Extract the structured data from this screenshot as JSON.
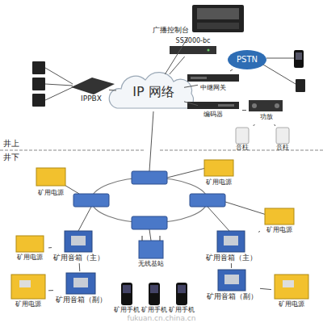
{
  "diagram": {
    "nodes": [
      {
        "text": [
          "广播控制台"
        ]
      },
      {
        "text": [
          "SS3000-bc"
        ]
      },
      {
        "text": [
          "PSTN"
        ]
      },
      {
        "text": [
          "IPPBX"
        ]
      },
      {
        "text": [
          "IP 网络"
        ]
      },
      {
        "text": [
          "中继网关"
        ]
      },
      {
        "text": [
          "编码器"
        ]
      },
      {
        "text": [
          "功放"
        ]
      },
      {
        "text": [
          "音柱"
        ]
      },
      {
        "text": [
          "音柱"
        ]
      },
      {
        "text": [
          "矿用电源"
        ]
      },
      {
        "text": [
          "矿用电源"
        ]
      },
      {
        "text": [
          "矿用电源"
        ]
      },
      {
        "text": [
          "矿用电源"
        ]
      },
      {
        "text": [
          "矿用音箱（主）"
        ]
      },
      {
        "text": [
          "矿用音箱（主）"
        ]
      },
      {
        "text": [
          "无线基站"
        ]
      },
      {
        "text": [
          "矿用电源"
        ]
      },
      {
        "text": [
          "矿用音箱（副）"
        ]
      },
      {
        "text": [
          "矿用音箱（副）"
        ]
      },
      {
        "text": [
          "矿用电源"
        ]
      },
      {
        "text": [
          "矿用手机"
        ]
      },
      {
        "text": [
          "矿用手机"
        ]
      },
      {
        "text": [
          "矿用手机"
        ]
      }
    ],
    "edges": [
      {
        "from": 4,
        "to": 0,
        "arrow": "none"
      },
      {
        "from": 4,
        "to": 1,
        "arrow": "none"
      },
      {
        "from": 4,
        "to": 5,
        "arrow": "none"
      },
      {
        "from": 5,
        "to": 2,
        "arrow": "none"
      },
      {
        "from": 4,
        "to": 6,
        "arrow": "none"
      },
      {
        "from": 6,
        "to": 7,
        "arrow": "none"
      },
      {
        "from": 7,
        "to": 8,
        "arrow": "none"
      },
      {
        "from": 7,
        "to": 9,
        "arrow": "none"
      },
      {
        "from": 3,
        "to": 4,
        "arrow": "none"
      },
      {
        "from": 14,
        "to": 13,
        "arrow": "none"
      },
      {
        "from": 14,
        "to": 18,
        "arrow": "none"
      },
      {
        "from": 18,
        "to": 17,
        "arrow": "none"
      },
      {
        "from": 15,
        "to": 12,
        "arrow": "none"
      },
      {
        "from": 15,
        "to": 19,
        "arrow": "none"
      },
      {
        "from": 19,
        "to": 20,
        "arrow": "none"
      }
    ],
    "labels": [
      "井上",
      "井下",
      "fukuan.cn.china.cn"
    ]
  }
}
